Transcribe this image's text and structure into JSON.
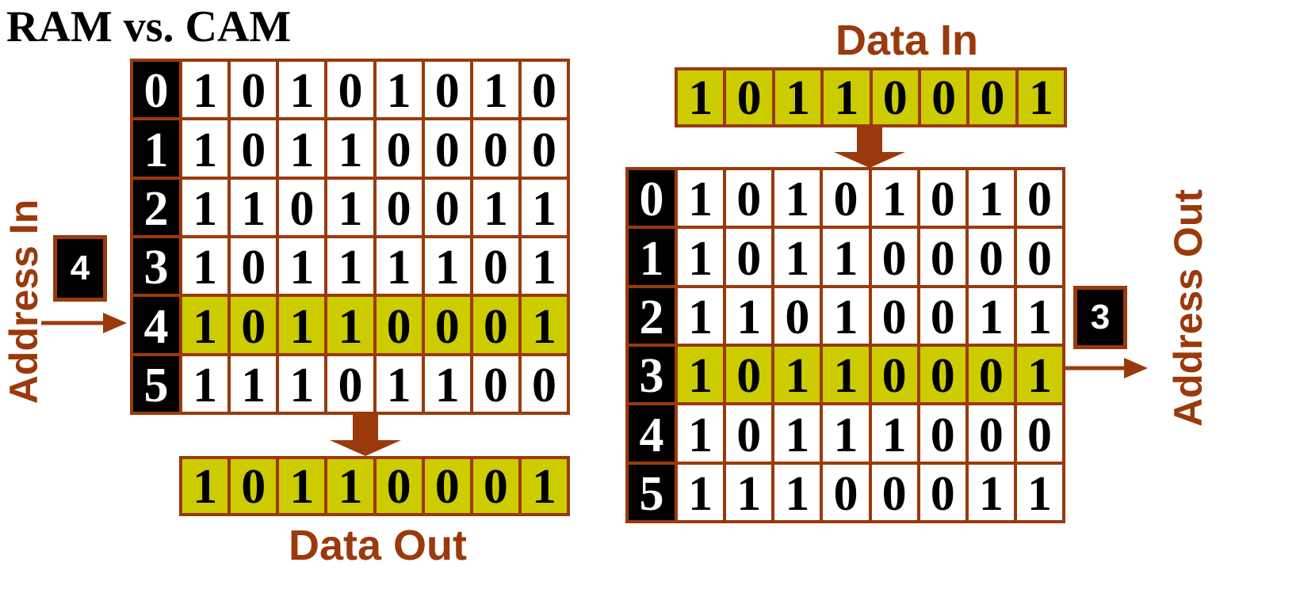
{
  "title": "RAM vs. CAM",
  "ram": {
    "address_in_label": "Address In",
    "address_value": "4",
    "selected_row": 4,
    "rows": [
      {
        "index": "0",
        "bits": [
          "1",
          "0",
          "1",
          "0",
          "1",
          "0",
          "1",
          "0"
        ]
      },
      {
        "index": "1",
        "bits": [
          "1",
          "0",
          "1",
          "1",
          "0",
          "0",
          "0",
          "0"
        ]
      },
      {
        "index": "2",
        "bits": [
          "1",
          "1",
          "0",
          "1",
          "0",
          "0",
          "1",
          "1"
        ]
      },
      {
        "index": "3",
        "bits": [
          "1",
          "0",
          "1",
          "1",
          "1",
          "1",
          "0",
          "1"
        ]
      },
      {
        "index": "4",
        "bits": [
          "1",
          "0",
          "1",
          "1",
          "0",
          "0",
          "0",
          "1"
        ]
      },
      {
        "index": "5",
        "bits": [
          "1",
          "1",
          "1",
          "0",
          "1",
          "1",
          "0",
          "0"
        ]
      }
    ],
    "data_out_label": "Data Out",
    "data_out": [
      "1",
      "0",
      "1",
      "1",
      "0",
      "0",
      "0",
      "1"
    ]
  },
  "cam": {
    "data_in_label": "Data In",
    "data_in": [
      "1",
      "0",
      "1",
      "1",
      "0",
      "0",
      "0",
      "1"
    ],
    "matched_row": 3,
    "rows": [
      {
        "index": "0",
        "bits": [
          "1",
          "0",
          "1",
          "0",
          "1",
          "0",
          "1",
          "0"
        ]
      },
      {
        "index": "1",
        "bits": [
          "1",
          "0",
          "1",
          "1",
          "0",
          "0",
          "0",
          "0"
        ]
      },
      {
        "index": "2",
        "bits": [
          "1",
          "1",
          "0",
          "1",
          "0",
          "0",
          "1",
          "1"
        ]
      },
      {
        "index": "3",
        "bits": [
          "1",
          "0",
          "1",
          "1",
          "0",
          "0",
          "0",
          "1"
        ]
      },
      {
        "index": "4",
        "bits": [
          "1",
          "0",
          "1",
          "1",
          "1",
          "0",
          "0",
          "0"
        ]
      },
      {
        "index": "5",
        "bits": [
          "1",
          "1",
          "1",
          "0",
          "0",
          "0",
          "1",
          "1"
        ]
      }
    ],
    "address_out_label": "Address Out",
    "address_value": "3"
  },
  "colors": {
    "accent": "#9a3a0c",
    "highlight": "#cccc00",
    "index_bg": "#000000"
  }
}
